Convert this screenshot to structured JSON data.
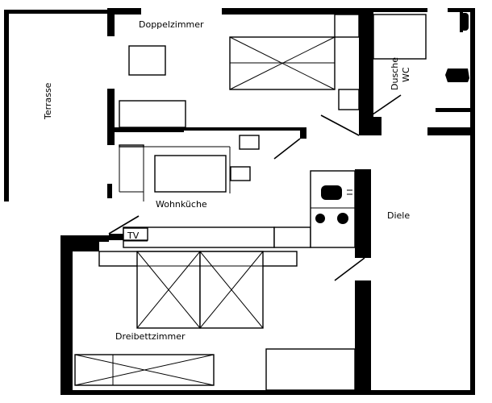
{
  "rooms": {
    "doppelzimmer": "Doppelzimmer",
    "terrasse": "Terrasse",
    "dusche": "Dusche",
    "wc": "WC",
    "wohnkueche": "Wohnküche",
    "diele": "Diele",
    "dreibettzimmer": "Dreibettzimmer"
  },
  "fixtures": {
    "tv": "TV"
  }
}
